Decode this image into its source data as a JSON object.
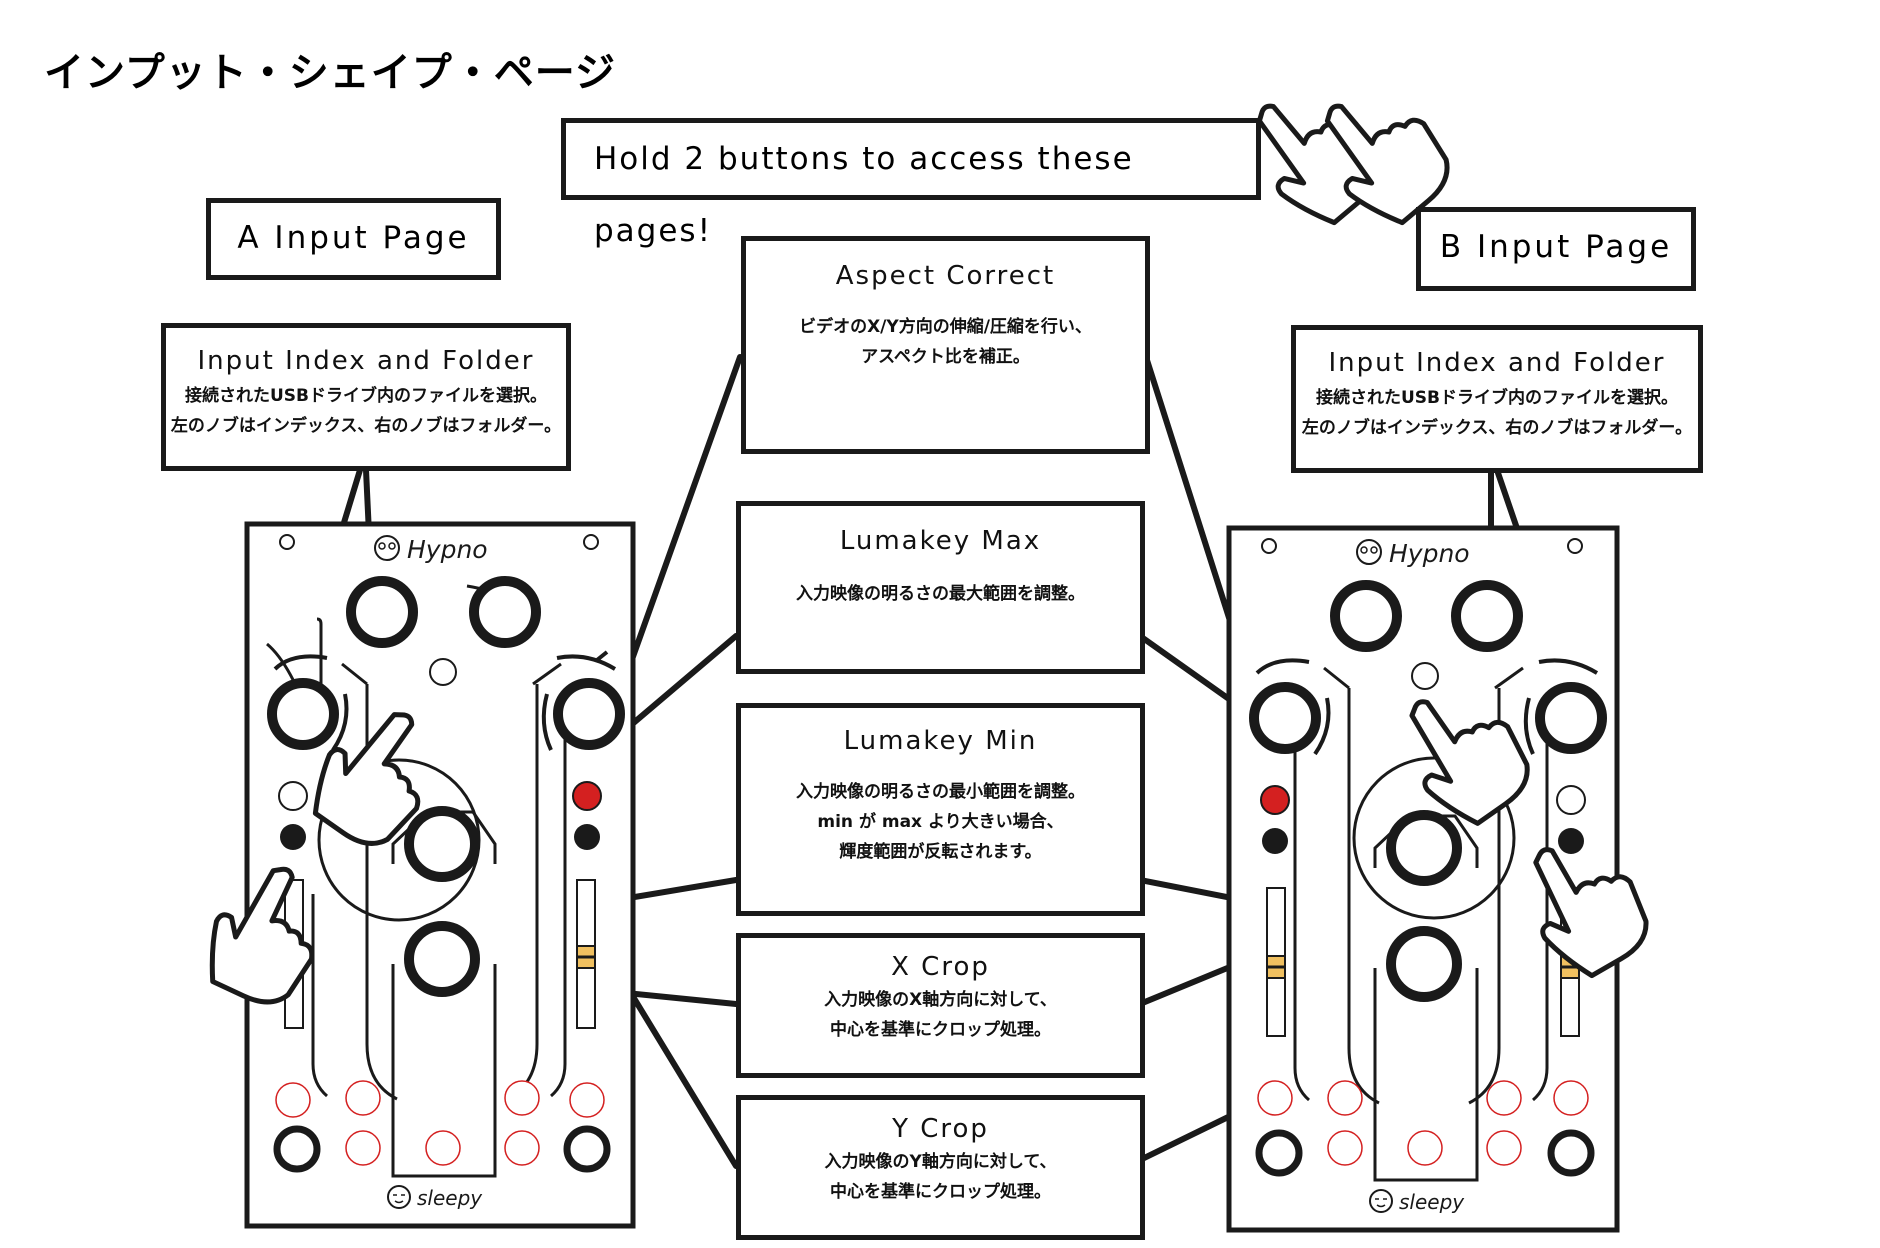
{
  "title": "インプット・シェイプ・ページ",
  "banner": "Hold 2 buttons to access these pages!",
  "page_a": "A Input Page",
  "page_b": "B Input Page",
  "input_index_a": {
    "heading": "Input Index and Folder",
    "line1": "接続されたUSBドライブ内のファイルを選択。",
    "line2": "左のノブはインデックス、右のノブはフォルダー。"
  },
  "input_index_b": {
    "heading": "Input Index and Folder",
    "line1": "接続されたUSBドライブ内のファイルを選択。",
    "line2": "左のノブはインデックス、右のノブはフォルダー。"
  },
  "aspect": {
    "heading": "Aspect Correct",
    "line1": "ビデオのX/Y方向の伸縮/圧縮を行い、",
    "line2": "アスペクト比を補正。"
  },
  "lumamax": {
    "heading": "Lumakey Max",
    "line1": "入力映像の明るさの最大範囲を調整。"
  },
  "lumamin": {
    "heading": "Lumakey Min",
    "line1": "入力映像の明るさの最小範囲を調整。",
    "line2": "min が max より大きい場合、",
    "line3": "輝度範囲が反転されます。"
  },
  "xcrop": {
    "heading": "X Crop",
    "line1": "入力映像のX軸方向に対して、",
    "line2": "中心を基準にクロップ処理。"
  },
  "ycrop": {
    "heading": "Y Crop",
    "line1": "入力映像のY軸方向に対して、",
    "line2": "中心を基準にクロップ処理。"
  },
  "module": {
    "brand": "Hypno",
    "maker": "sleepy"
  },
  "colors": {
    "line": "#1a1a1a",
    "led_red": "#d42020",
    "jack_outline": "#d42020",
    "slider_cap": "#f0c060"
  }
}
